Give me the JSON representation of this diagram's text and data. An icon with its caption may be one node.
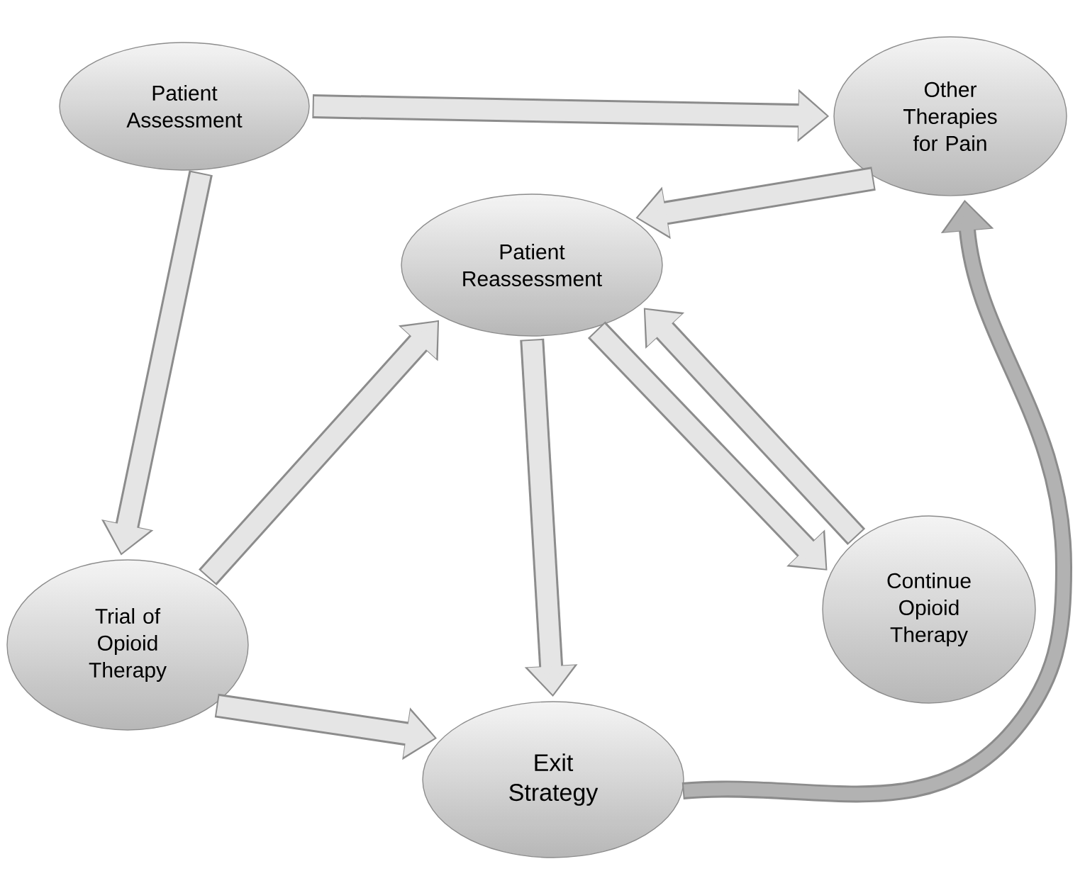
{
  "diagram": {
    "nodes": [
      {
        "text": [
          "Patient Assessment"
        ]
      },
      {
        "text": [
          "Other Therapies for Pain"
        ]
      },
      {
        "text": [
          "Patient Reassessment"
        ]
      },
      {
        "text": [
          "Trial of Opioid Therapy"
        ]
      },
      {
        "text": [
          "Continue Opioid Therapy"
        ]
      },
      {
        "text": [
          "Exit Strategy"
        ]
      }
    ],
    "edges": [
      {
        "from": 0,
        "to": 1,
        "arrow": "to"
      },
      {
        "from": 1,
        "to": 2,
        "arrow": "to"
      },
      {
        "from": 0,
        "to": 3,
        "arrow": "to"
      },
      {
        "from": 3,
        "to": 2,
        "arrow": "to"
      },
      {
        "from": 3,
        "to": 5,
        "arrow": "to"
      },
      {
        "from": 2,
        "to": 5,
        "arrow": "to"
      },
      {
        "from": 2,
        "to": 4,
        "arrow": "to"
      },
      {
        "from": 4,
        "to": 2,
        "arrow": "to"
      },
      {
        "from": 5,
        "to": 1,
        "arrow": "to"
      }
    ]
  }
}
